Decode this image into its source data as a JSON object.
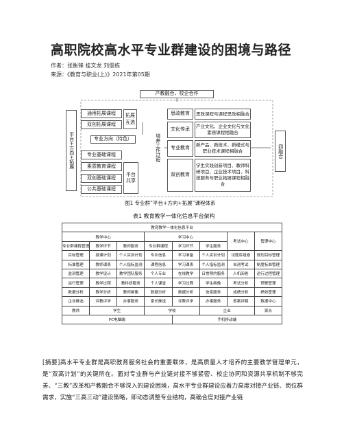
{
  "doc": {
    "title": "高职院校高水平专业群建设的困境与路径",
    "author_label": "作者：张衡锋 桂文龙 刘俊栋",
    "source_label": "来源：《教育与职业(上)》2021年第05期"
  },
  "figure1": {
    "top_label": "产教融合、校企合作",
    "left_vertical": "平台+方向+拓展",
    "right_vertical": "四融合",
    "mid_vertical": "培养工作过程",
    "expand_group": {
      "a": "通用拓展课程",
      "b": "双创拓展课程",
      "side": "拓展互选"
    },
    "direction": "专业方向（特色）",
    "platform_group": {
      "a": "专业基础课程",
      "b": "素质教育课程",
      "c": "双创基础课程",
      "d": "公共基础课程",
      "side": "平台共享"
    },
    "right_rows": [
      {
        "head": "思政教育",
        "text": "思政课程与课程思政相融合"
      },
      {
        "head": "文化传承",
        "text": "产业文化、企业文化与文化素质课程相融合"
      },
      {
        "head": "专业教育",
        "text": "新产品、新技术、新模式与职业技术课程相融合"
      },
      {
        "head": "双创教育",
        "text": "学生实践创新项目、教师科研项目、企业技术项目、科技服务与职业拓展课程相融合"
      }
    ],
    "caption": "图1 专业群“平台+方向+拓展”课程体系"
  },
  "table1": {
    "caption": "表1 教育教学一体化信息平台架构",
    "header": "教育教学一体化信息平台",
    "groups": [
      "教学中心",
      "学习中心",
      "考试中心",
      "管理中心"
    ],
    "subheads": [
      "专业群课程管理",
      "教学环节",
      "教师服务",
      "专业群课程",
      "学习环节",
      "学生服务"
    ],
    "rows": [
      [
        "目标管理",
        "授课计划",
        "个人实训计划",
        "专业信息",
        "学习准备",
        "个人实训计划",
        "试题库组卷",
        "规划目标管理"
      ],
      [
        "标准管理",
        "教师课表",
        "个人指标监测",
        "课程信息",
        "学习课表",
        "个人指标监测",
        "自测考试",
        "制度标准管理"
      ],
      [
        "监测管理",
        "教学设计",
        "教学团队服务",
        "个人专业",
        "在线教学",
        "日常预约服务",
        "人机阅卷",
        "运行过程管理"
      ],
      [
        "运行管理",
        "教学过程",
        "教科研服务",
        "个人课堂",
        "学习过程",
        "学生画像",
        "考试分析",
        "预警管理"
      ],
      [
        "数据分析",
        "教学分析",
        "教师画像",
        "数据分析",
        "数据分析",
        "信息服务",
        "成绩分析",
        "绩效管理"
      ],
      [
        "企业推选",
        "评教评学",
        "办事服务",
        "家长推送",
        "评教评学",
        "办事服务",
        "答案详解",
        "数据中心"
      ]
    ],
    "users": [
      "教师",
      "学生",
      "学校",
      "企业",
      "家长"
    ],
    "terminals": [
      "PC电脑端",
      "手机移动端"
    ]
  },
  "abstract": {
    "p1": "[摘要]高水平专业群是高职教育服务社会的重要载体，是高质量人才培养的主要教学管理单元，是“双高计划”的关键所在。面对专业群与产业链对接不够紧密、校企协同和资源共享机制不够完善、“三教”改革和产教融合不够深入的建设困境，高水平专业群建设应着力高度对接产业链、岗位群需求，实施“三高三动”建设策略，即动态调整专业结构，高确合度对接产业链"
  }
}
